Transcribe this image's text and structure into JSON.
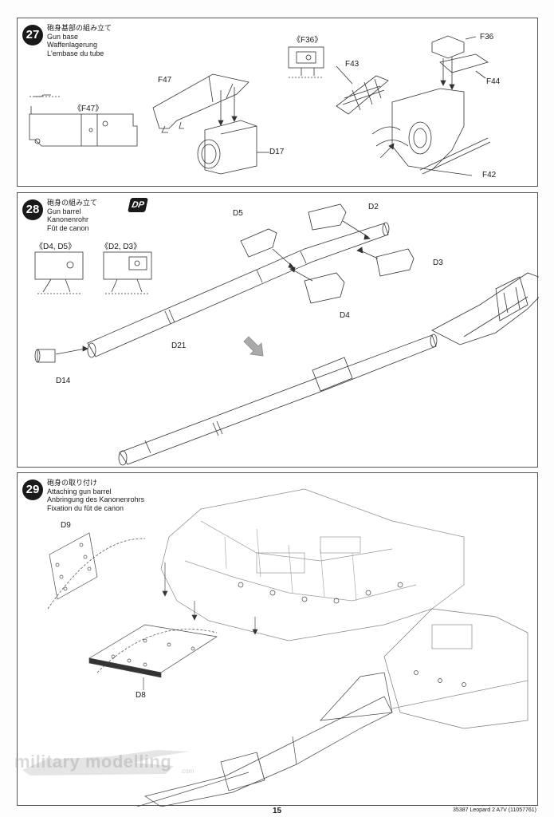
{
  "steps": [
    {
      "number": "27",
      "titles": [
        "砲身基部の組み立て",
        "Gun base",
        "Waffenlagerung",
        "L'embase du tube"
      ],
      "callouts": [
        "《F36》",
        "《F47》"
      ],
      "parts": [
        "F36",
        "F43",
        "F47",
        "F44",
        "D17",
        "F42"
      ]
    },
    {
      "number": "28",
      "titles": [
        "砲身の組み立て",
        "Gun barrel",
        "Kanonenrohr",
        "Fût de canon"
      ],
      "badge": "DP",
      "callouts": [
        "《D4, D5》",
        "《D2, D3》"
      ],
      "parts": [
        "D5",
        "D2",
        "D3",
        "D4",
        "D21",
        "D14"
      ]
    },
    {
      "number": "29",
      "titles": [
        "砲身の取り付け",
        "Attaching gun barrel",
        "Anbringung des Kanonenrohrs",
        "Fixation du fût de canon"
      ],
      "parts": [
        "D9",
        "D8"
      ]
    }
  ],
  "footer": {
    "page_number": "15",
    "code": "35387 Leopard 2 A7V (11057761)"
  },
  "watermark": {
    "text": "military modelling",
    "sub": ".com"
  },
  "colors": {
    "ink": "#1a1a1a",
    "line": "#555555",
    "paper": "#ffffff"
  }
}
